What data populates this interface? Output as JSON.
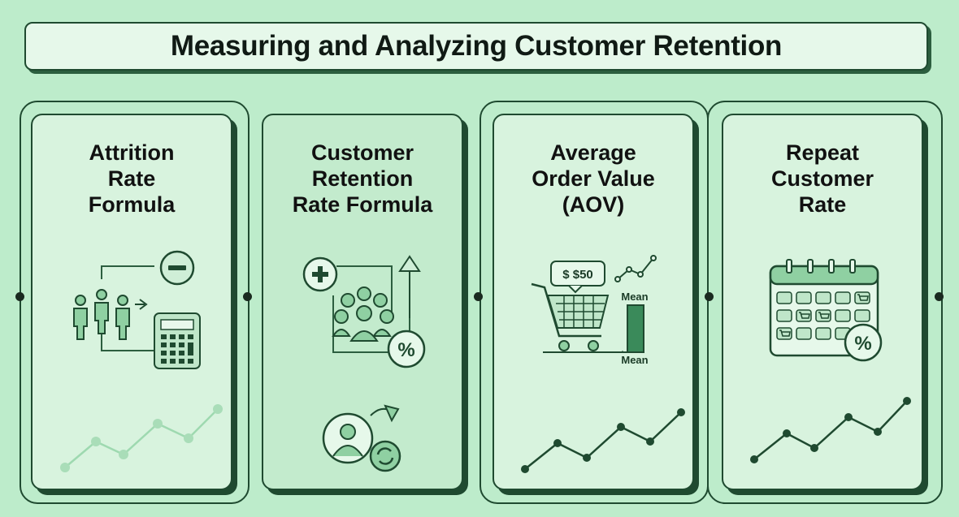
{
  "title": "Measuring and Analyzing Customer Retention",
  "cards": [
    {
      "title_lines": [
        "Attrition",
        "Rate",
        "Formula"
      ]
    },
    {
      "title_lines": [
        "Customer",
        "Retention",
        "Rate Formula"
      ]
    },
    {
      "title_lines": [
        "Average",
        "Order Value",
        "(AOV)"
      ],
      "price_label": "$ $50",
      "mean_top": "Mean",
      "mean_bottom": "Mean"
    },
    {
      "title_lines": [
        "Repeat",
        "Customer",
        "Rate"
      ]
    }
  ],
  "colors": {
    "background": "#bdeccb",
    "card": "#d8f3de",
    "card_alt": "#c3ebcd",
    "stroke": "#1f4a30",
    "accent": "#3a8a5a"
  },
  "icons": [
    "minus-icon",
    "people-icon",
    "calculator-icon",
    "plus-icon",
    "group-icon",
    "percent-icon",
    "refresh-icon",
    "shopping-cart-icon",
    "bar-icon",
    "calendar-icon",
    "trend-line-icon"
  ]
}
